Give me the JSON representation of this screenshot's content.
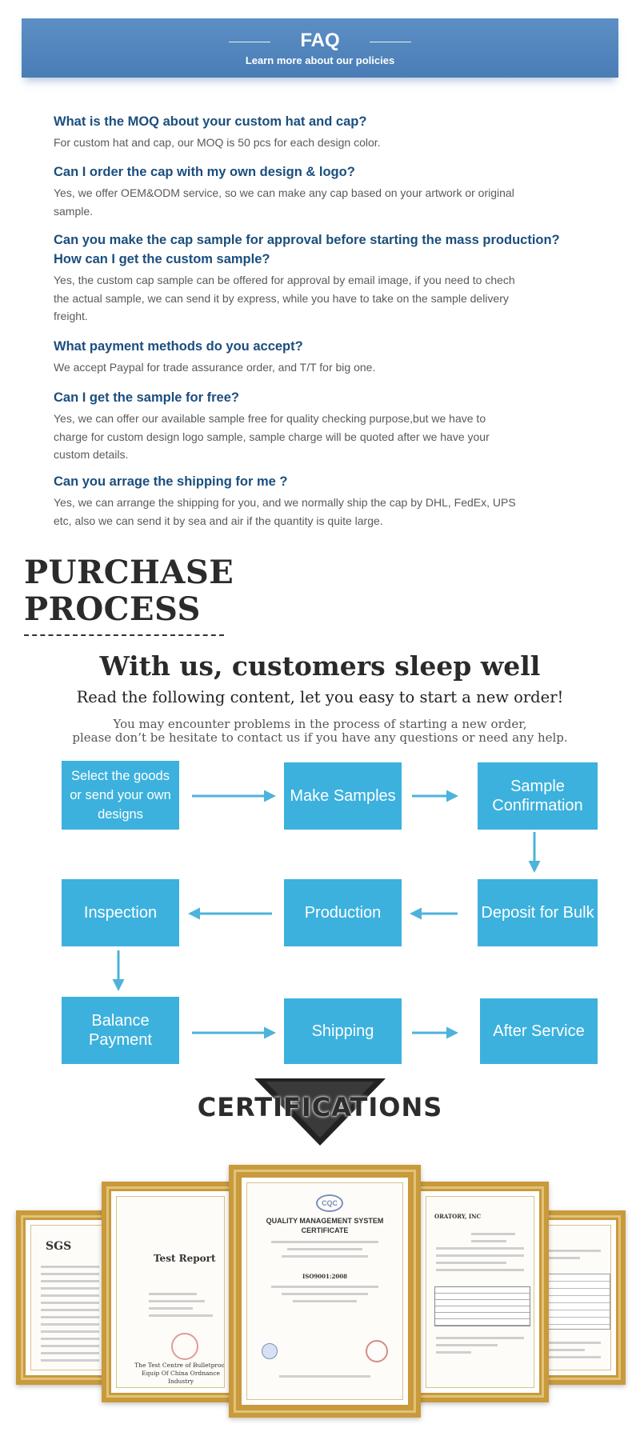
{
  "faq": {
    "title": "FAQ",
    "subtitle": "Learn more about our policies",
    "items": [
      {
        "q": "What is the MOQ about your custom hat and cap?",
        "a": "For custom hat and cap, our MOQ is 50 pcs for each design color."
      },
      {
        "q": "Can I order the cap with my own design & logo?",
        "a": "Yes, we offer OEM&ODM service, so we can make any cap based on your artwork or original sample."
      },
      {
        "q": "Can you make the cap sample  for approval  before starting the mass production?",
        "q2": "How can I get the custom sample?",
        "a": "Yes, the custom cap sample can be offered for approval by email image, if you need to chech the actual sample, we can send it by express, while you have to take on the sample delivery freight."
      },
      {
        "q": "What payment methods do you accept?",
        "a": "We accept Paypal for trade assurance order, and T/T for big one."
      },
      {
        "q": "Can I get the sample for free?",
        "a": "Yes, we can offer our available sample free for quality checking purpose,but we have to charge for custom design logo sample, sample charge will be quoted after we have your custom details."
      },
      {
        "q": "Can you arrage the shipping for me ?",
        "a": "Yes, we can arrange the shipping for you, and we normally ship the cap by DHL, FedEx, UPS etc, also we can send it by sea and air if the quantity is quite large."
      }
    ]
  },
  "purchase": {
    "title_line1": "PURCHASE",
    "title_line2": "PROCESS",
    "slogan": "With us, customers sleep well",
    "lead": "Read the following content, let you easy to start a new order!",
    "note_line1": "You may encounter problems in the process of starting a new order,",
    "note_line2": "please don’t be hesitate to contact us if you have any questions or need any help.",
    "steps": [
      "Select the goods or send your own designs",
      "Make Samples",
      "Sample Confirmation",
      "Deposit for Bulk",
      "Production",
      "Inspection",
      "Balance Payment",
      "Shipping",
      "After Service"
    ],
    "step_color": "#3cb1dd",
    "arrow_color": "#4db3db"
  },
  "certifications": {
    "title": "CERTIFICATIONS",
    "docs": [
      {
        "label": "SGS"
      },
      {
        "label": "Test Report",
        "footer": "The Test Centre of Bulletproof Equip Of China Ordnance Industry"
      },
      {
        "label": "QUALITY MANAGEMENT SYSTEM",
        "label2": "CERTIFICATE",
        "badge": "CQC",
        "std": "ISO9001:2008"
      },
      {
        "label": "ORATORY, INC"
      },
      {
        "label": ""
      }
    ],
    "frame_color": "#c99a3b"
  }
}
